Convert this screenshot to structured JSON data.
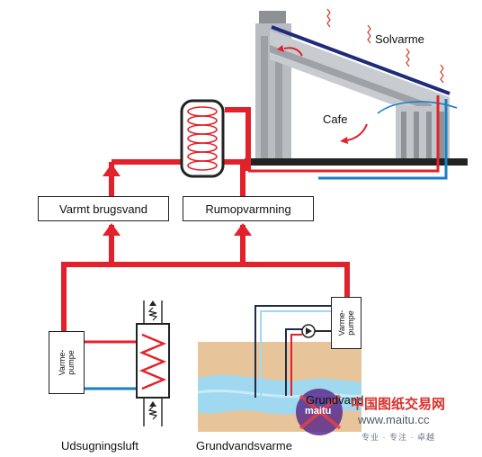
{
  "labels": {
    "solar": "Solvarme",
    "cafe": "Cafe",
    "hot_water": "Varmt brugsvand",
    "space_heating": "Rumopvarmning",
    "heat_pump_left": "Varme-\npumpe",
    "heat_pump_right": "Varme-\npumpe",
    "exhaust_air": "Udsugningsluft",
    "groundwater_heat": "Grundvandsvarme",
    "groundwater": "Grundvand"
  },
  "watermark": {
    "badge": "maitu",
    "site_cn": "中国图纸交易网",
    "url": "www.maitu.cc",
    "slogan": "专业 · 专注 · 卓越"
  },
  "colors": {
    "hot_pipe": "#e3212b",
    "cold_pipe": "#1a7fc1",
    "dark_pipe": "#1f2a44",
    "soil": "#e8c49a",
    "groundwater": "#9fd8ef",
    "building": "#a9adb2"
  }
}
